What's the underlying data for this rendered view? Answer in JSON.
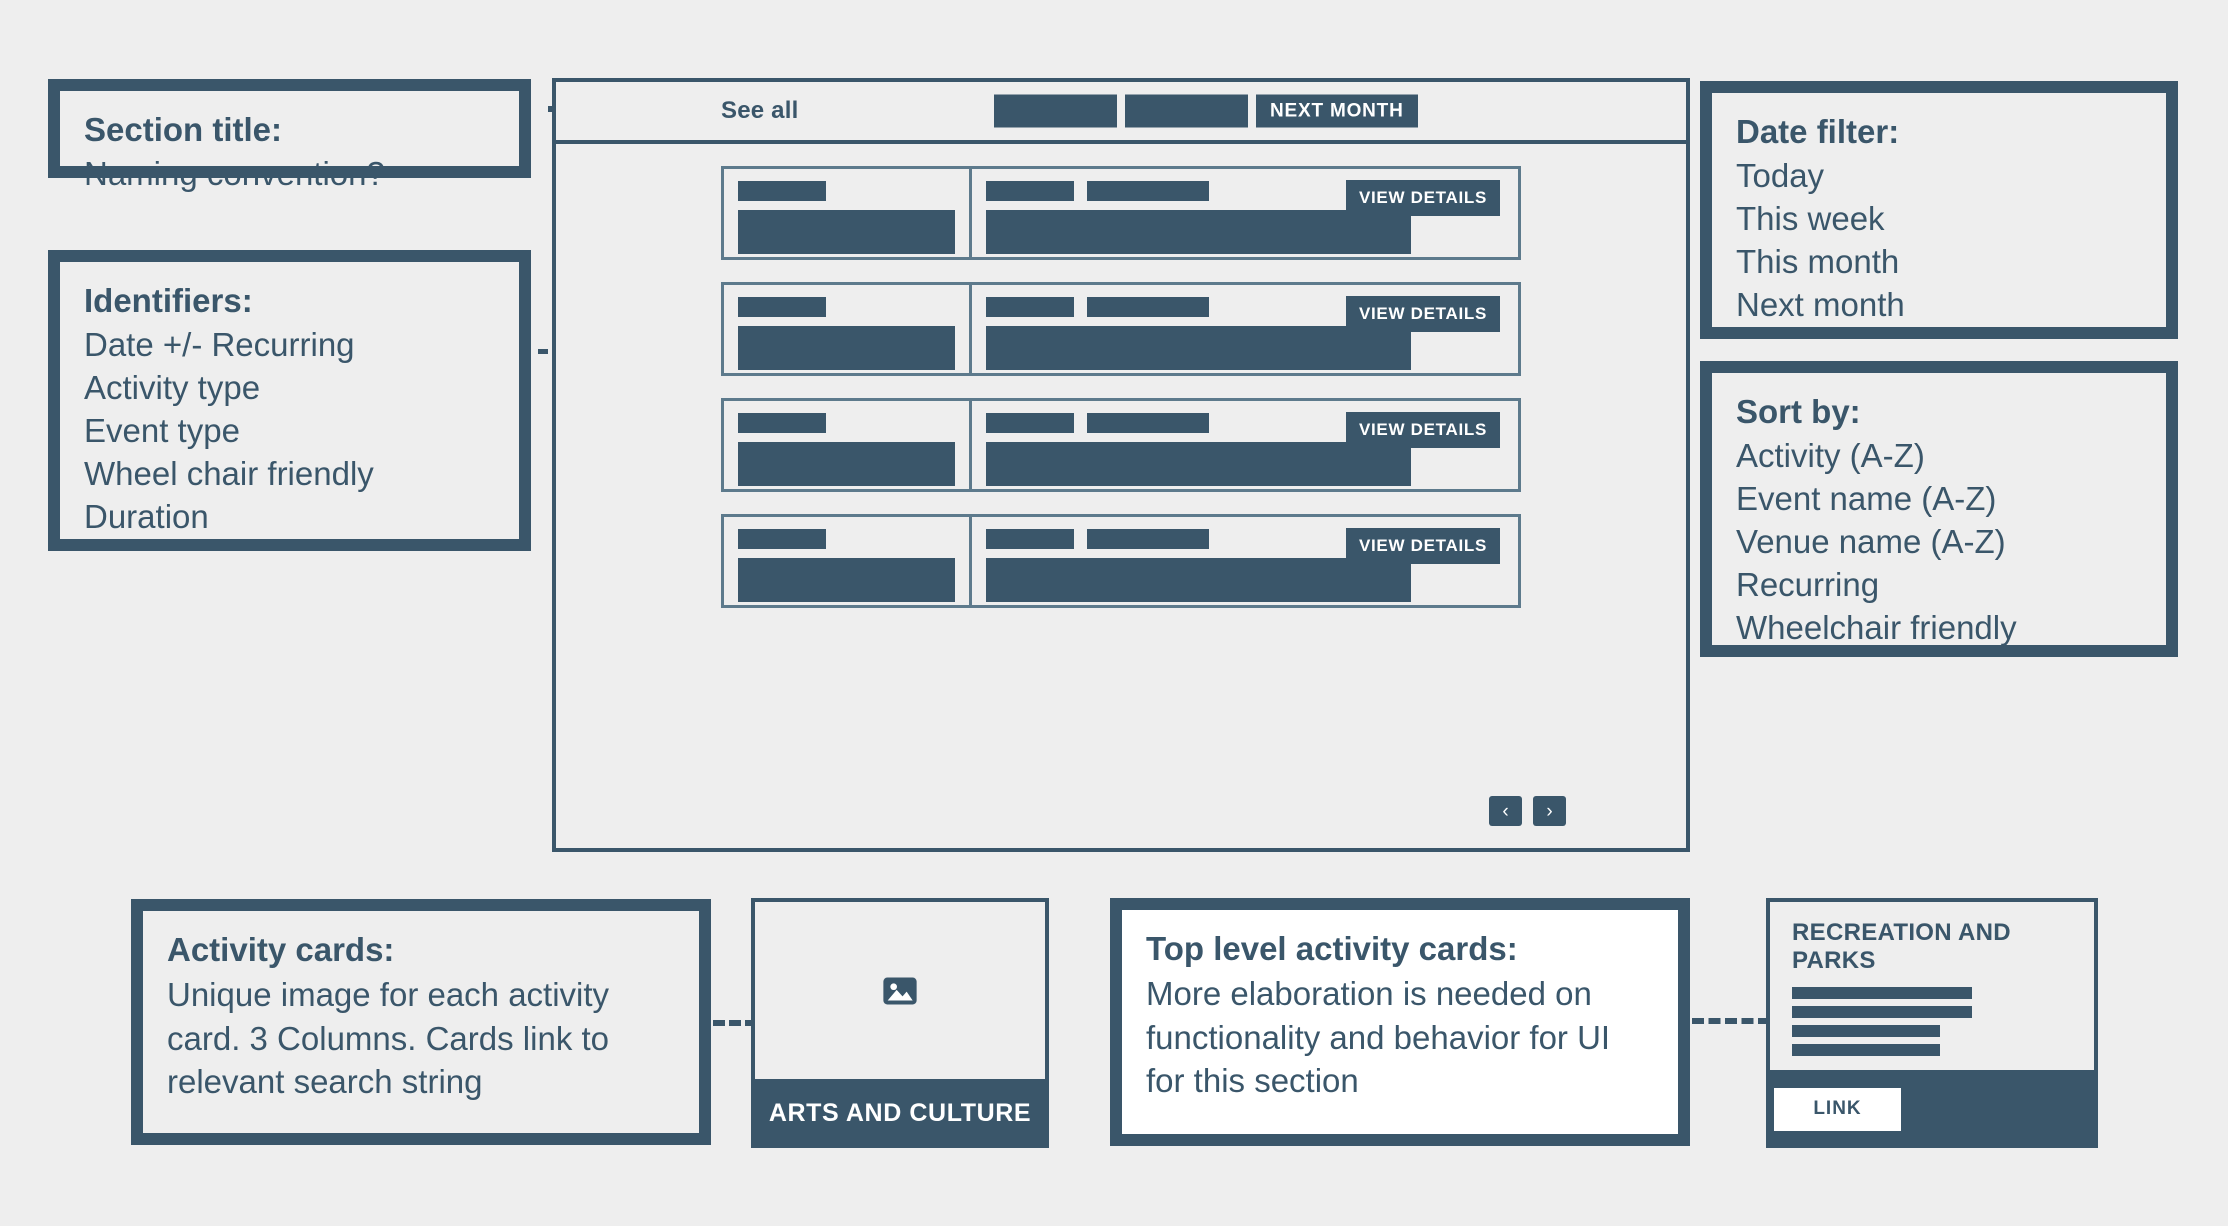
{
  "theme": {
    "page_background": "#eeeeee",
    "accent": "#3a566a",
    "card_border": "#5d7a8c",
    "white": "#ffffff"
  },
  "annotations": {
    "section_title": {
      "title": "Section title:",
      "lines": [
        "Naming convention?"
      ]
    },
    "identifiers": {
      "title": "Identifiers:",
      "lines": [
        "Date +/- Recurring",
        "Activity type",
        "Event type",
        "Wheel chair friendly",
        "Duration"
      ]
    },
    "activity_cards": {
      "title": "Activity cards:",
      "body": "Unique image for each activity card. 3 Columns. Cards link to relevant search string"
    },
    "top_level_activity_cards": {
      "title": "Top level activity cards:",
      "body": "More elaboration is needed on functionality and behavior for UI for this section"
    }
  },
  "filters": {
    "date_filter": {
      "title": "Date filter:",
      "options": [
        "Today",
        "This week",
        "This month",
        "Next month"
      ]
    },
    "sort_by": {
      "title": "Sort by:",
      "options": [
        "Activity (A-Z)",
        "Event name (A-Z)",
        "Venue name (A-Z)",
        "Recurring",
        "Wheelchair friendly"
      ]
    }
  },
  "main_panel": {
    "toolbar": {
      "see_all_label": "See all",
      "buttons": [
        {
          "label": "",
          "blank": true
        },
        {
          "label": "",
          "blank": true
        },
        {
          "label": "NEXT MONTH",
          "blank": false
        }
      ]
    },
    "event_rows": [
      {
        "view_details_label": "VIEW DETAILS"
      },
      {
        "view_details_label": "VIEW DETAILS"
      },
      {
        "view_details_label": "VIEW DETAILS"
      },
      {
        "view_details_label": "VIEW DETAILS"
      }
    ],
    "pagination": {
      "prev_label": "‹",
      "next_label": "›"
    }
  },
  "activity_card": {
    "image_icon": "image-placeholder-icon",
    "label": "ARTS AND CULTURE"
  },
  "recreation_parks_card": {
    "title": "RECREATION AND PARKS",
    "text_lines": [
      "long",
      "long",
      "short",
      "short"
    ],
    "link_label": "LINK"
  }
}
